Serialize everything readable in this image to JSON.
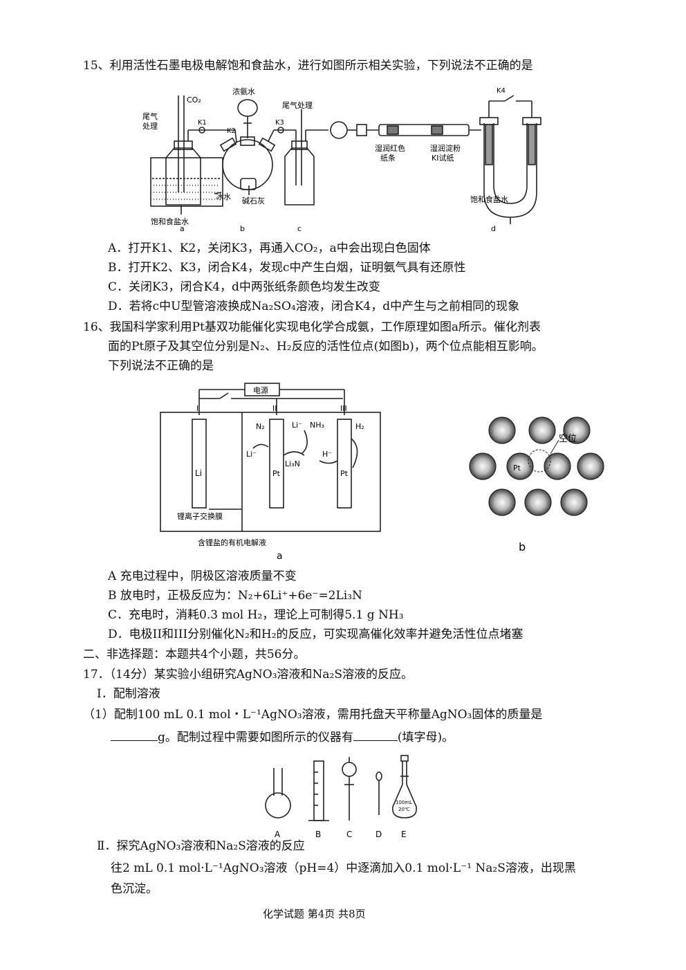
{
  "q15": {
    "stem": "15、利用活性石墨电极电解饱和食盐水，进行如图所示相关实验，下列说法不正确的是",
    "figure": {
      "co2": "CO₂",
      "conc_ammonia": "浓氨水",
      "exhaust_left_1": "尾气",
      "exhaust_left_2": "处理",
      "exhaust_mid": "尾气处理",
      "k1": "K1",
      "k2": "K2",
      "k3": "K3",
      "k4": "K4",
      "saturated_brine_a": "饱和食盐水",
      "ice_water": "冰水",
      "soda_lime": "碱石灰",
      "wet_red_paper_1": "湿润红色",
      "wet_red_paper_2": "纸条",
      "wet_ki_paper_1": "湿润淀粉",
      "wet_ki_paper_2": "KI试纸",
      "saturated_brine_d": "饱和食盐水",
      "label_a": "a",
      "label_b": "b",
      "label_c": "c",
      "label_d": "d"
    },
    "options": [
      "A．打开K1、K2，关闭K3，再通入CO₂，a中会出现白色固体",
      "B．打开K2、K3，闭合K4，发现c中产生白烟，证明氨气具有还原性",
      "C．关闭K3，闭合K4，d中两张纸条颜色均发生改变",
      "D．若将c中U型管溶液换成Na₂SO₄溶液，闭合K4，d中产生与之前相同的现象"
    ]
  },
  "q16": {
    "stem_1": "16、我国科学家利用Pt基双功能催化实现电化学合成氨，工作原理如图a所示。催化剂表",
    "stem_2": "面的Pt原子及其空位分别是N₂、H₂反应的活性位点(如图b)，两个位点能相互影响。",
    "stem_3": "下列说法不正确的是",
    "fig_a": {
      "power": "电源",
      "e1": "I",
      "e2": "II",
      "e3": "III",
      "li": "Li",
      "pt": "Pt",
      "n2": "N₂",
      "lim": "Li⁻",
      "nh3": "NH₃",
      "h2": "H₂",
      "li3n": "Li₃N",
      "hm": "H⁻",
      "membrane": "锂离子交换膜",
      "electrolyte": "含锂盐的有机电解液",
      "label": "a"
    },
    "fig_b": {
      "vacancy": "空位",
      "pt": "Pt",
      "label": "b"
    },
    "options": [
      "A  充电过程中，阴极区溶液质量不变",
      "B  放电时，正极反应为：N₂+6Li⁺+6e⁻=2Li₃N",
      "C．充电时，消耗0.3 mol H₂，理论上可制得5.1 g NH₃",
      "D．电极II和III分别催化N₂和H₂的反应，可实现高催化效率并避免活性位点堵塞"
    ]
  },
  "section2": "二、非选择题：本题共4个小题，共56分。",
  "q17": {
    "stem": "17．（14分）某实验小组研究AgNO₃溶液和Na₂S溶液的反应。",
    "part1_title": "Ⅰ．配制溶液",
    "q1_line1": "（1）配制100 mL 0.1 mol・L⁻¹AgNO₃溶液，需用托盘天平称量AgNO₃固体的质量是",
    "q1_line2_a": "g。配制过程中需要如图所示的仪器有",
    "q1_line2_b": "(填字母)。",
    "instrument_labels": [
      "A",
      "B",
      "C",
      "D",
      "E"
    ],
    "flask_text_1": "100mL",
    "flask_text_2": "20℃",
    "part2_title": "Ⅱ．探究AgNO₃溶液和Na₂S溶液的反应",
    "part2_line1": "往2 mL 0.1 mol·L⁻¹AgNO₃溶液（pH=4）中逐滴加入0.1 mol·L⁻¹ Na₂S溶液，出现黑",
    "part2_line2": "色沉淀。"
  },
  "footer": "化学试题  第4页  共8页"
}
